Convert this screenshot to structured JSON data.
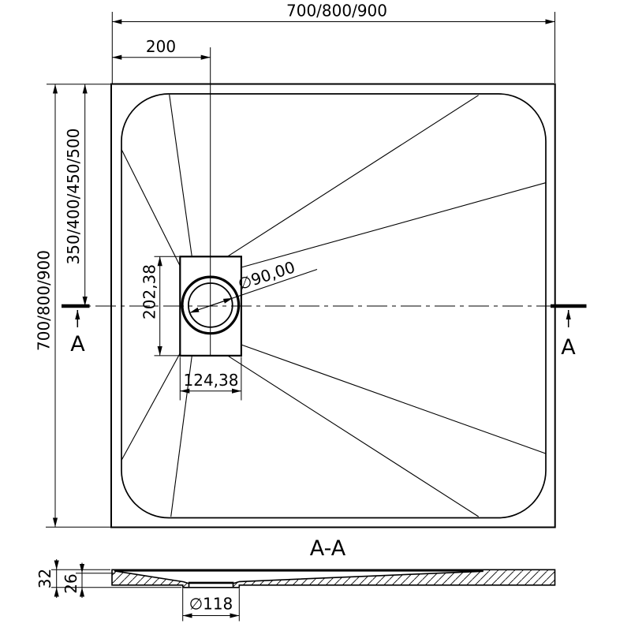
{
  "plan": {
    "dim_width_top": "700/800/900",
    "dim_drain_offset": "200",
    "dim_height_left": "700/800/900",
    "dim_center_left": "350/400/450/500",
    "dim_drain_box_height": "202,38",
    "dim_drain_box_width": "124,38",
    "dim_drain_diameter": "∅90,00",
    "section_label_left": "A",
    "section_label_right": "A"
  },
  "section": {
    "title": "A-A",
    "dim_total_height": "32",
    "dim_basin_depth": "26",
    "dim_drain_hole": "∅118"
  }
}
